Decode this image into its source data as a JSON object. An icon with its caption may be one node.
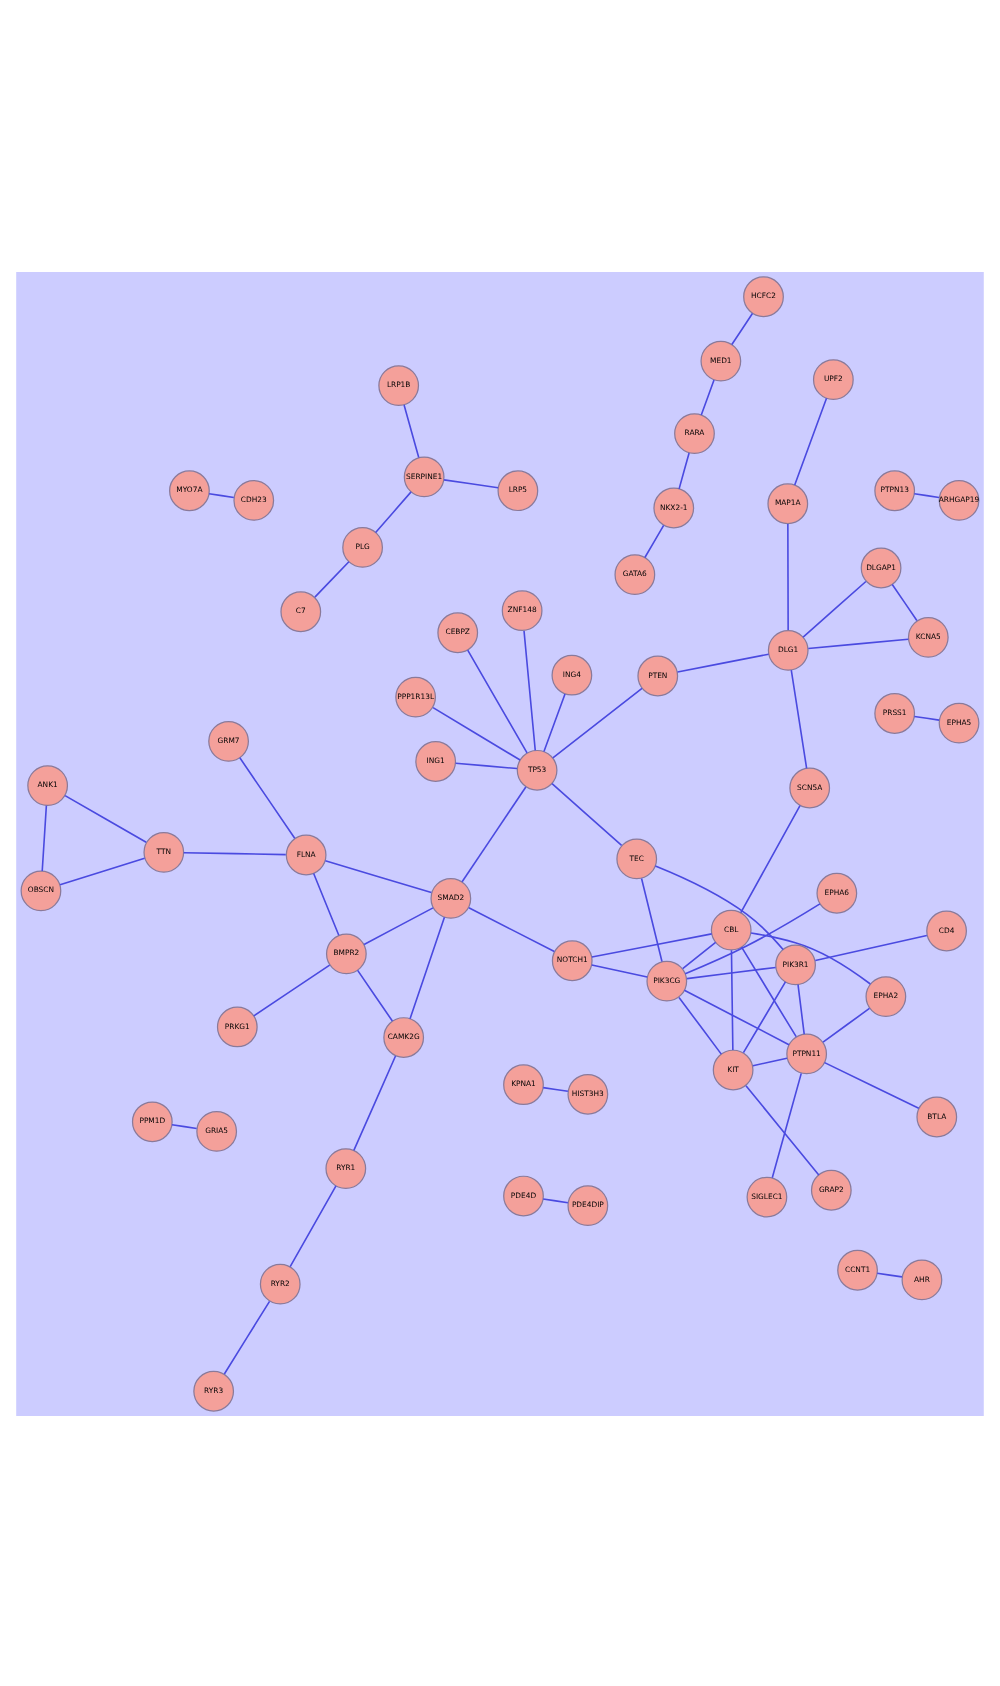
{
  "diagram": {
    "nodes": [
      {
        "text": [
          "RYR3"
        ]
      },
      {
        "text": [
          "RYR2"
        ]
      },
      {
        "text": [
          "RYR1"
        ]
      },
      {
        "text": [
          "PRKG1"
        ]
      },
      {
        "text": [
          "CAMK2G"
        ]
      },
      {
        "text": [
          "BMPR2"
        ]
      },
      {
        "text": [
          "SIGLEC1"
        ]
      },
      {
        "text": [
          "EPHA2"
        ]
      },
      {
        "text": [
          "OBSCN"
        ]
      },
      {
        "text": [
          "BTLA"
        ]
      },
      {
        "text": [
          "PTPN11"
        ]
      },
      {
        "text": [
          "PPP1R13L"
        ]
      },
      {
        "text": [
          "ING4"
        ]
      },
      {
        "text": [
          "SMAD2"
        ]
      },
      {
        "text": [
          "FLNA"
        ]
      },
      {
        "text": [
          "TTN"
        ]
      },
      {
        "text": [
          "NOTCH1"
        ]
      },
      {
        "text": [
          "CBL"
        ]
      },
      {
        "text": [
          "ANK1"
        ]
      },
      {
        "text": [
          "GRM7"
        ]
      },
      {
        "text": [
          "KIT"
        ]
      },
      {
        "text": [
          "PIK3CG"
        ]
      },
      {
        "text": [
          "TEC"
        ]
      },
      {
        "text": [
          "TP53"
        ]
      },
      {
        "text": [
          "ZNF148"
        ]
      },
      {
        "text": [
          "GRAP2"
        ]
      },
      {
        "text": [
          "PIK3R1"
        ]
      },
      {
        "text": [
          "CEBPZ"
        ]
      },
      {
        "text": [
          "ING1"
        ]
      },
      {
        "text": [
          "CD4"
        ]
      },
      {
        "text": [
          "EPHA6"
        ]
      },
      {
        "text": [
          "SCN5A"
        ]
      },
      {
        "text": [
          "PTEN"
        ]
      },
      {
        "text": [
          "DLG1"
        ]
      },
      {
        "text": [
          "DLGAP1"
        ]
      },
      {
        "text": [
          "KCNA5"
        ]
      },
      {
        "text": [
          "MAP1A"
        ]
      },
      {
        "text": [
          "UPF2"
        ]
      },
      {
        "text": [
          "LRP1B"
        ]
      },
      {
        "text": [
          "GATA6"
        ]
      },
      {
        "text": [
          "KPNA1"
        ]
      },
      {
        "text": [
          "SERPINE1"
        ]
      },
      {
        "text": [
          "PLG"
        ]
      },
      {
        "text": [
          "NKX2-1"
        ]
      },
      {
        "text": [
          "HIST3H3"
        ]
      },
      {
        "text": [
          "C7"
        ]
      },
      {
        "text": [
          "LRP5"
        ]
      },
      {
        "text": [
          "RARA"
        ]
      },
      {
        "text": [
          "MED1"
        ]
      },
      {
        "text": [
          "HCFC2"
        ]
      },
      {
        "text": [
          "PDE4D"
        ]
      },
      {
        "text": [
          "PRSS1"
        ]
      },
      {
        "text": [
          "PTPN13"
        ]
      },
      {
        "text": [
          "MYO7A"
        ]
      },
      {
        "text": [
          "PPM1D"
        ]
      },
      {
        "text": [
          "CCNT1"
        ]
      },
      {
        "text": [
          "GRIA5"
        ]
      },
      {
        "text": [
          "PDE4DIP"
        ]
      },
      {
        "text": [
          "EPHA5"
        ]
      },
      {
        "text": [
          "ARHGAP19"
        ]
      },
      {
        "text": [
          "CDH23"
        ]
      },
      {
        "text": [
          "AHR"
        ]
      }
    ],
    "edges": [
      {
        "from": 0,
        "to": 1,
        "arrow": "none"
      },
      {
        "from": 1,
        "to": 2,
        "arrow": "none"
      },
      {
        "from": 2,
        "to": 4,
        "arrow": "none"
      },
      {
        "from": 4,
        "to": 5,
        "arrow": "none"
      },
      {
        "from": 4,
        "to": 13,
        "arrow": "none"
      },
      {
        "from": 3,
        "to": 5,
        "arrow": "none"
      },
      {
        "from": 5,
        "to": 13,
        "arrow": "none"
      },
      {
        "from": 5,
        "to": 14,
        "arrow": "none"
      },
      {
        "from": 13,
        "to": 14,
        "arrow": "none"
      },
      {
        "from": 14,
        "to": 15,
        "arrow": "none"
      },
      {
        "from": 14,
        "to": 19,
        "arrow": "none"
      },
      {
        "from": 15,
        "to": 8,
        "arrow": "none"
      },
      {
        "from": 15,
        "to": 18,
        "arrow": "none"
      },
      {
        "from": 8,
        "to": 18,
        "arrow": "none"
      },
      {
        "from": 13,
        "to": 23,
        "arrow": "none"
      },
      {
        "from": 16,
        "to": 13,
        "arrow": "none"
      },
      {
        "from": 12,
        "to": 23,
        "arrow": "none"
      },
      {
        "from": 11,
        "to": 23,
        "arrow": "none"
      },
      {
        "from": 23,
        "to": 24,
        "arrow": "none"
      },
      {
        "from": 23,
        "to": 28,
        "arrow": "none"
      },
      {
        "from": 23,
        "to": 27,
        "arrow": "none"
      },
      {
        "from": 23,
        "to": 32,
        "arrow": "none"
      },
      {
        "from": 22,
        "to": 23,
        "arrow": "none"
      },
      {
        "from": 6,
        "to": 10,
        "arrow": "none"
      },
      {
        "from": 9,
        "to": 10,
        "arrow": "none"
      },
      {
        "from": 7,
        "to": 10,
        "arrow": "none"
      },
      {
        "from": 7,
        "to": 17,
        "arrow": "none"
      },
      {
        "from": 10,
        "to": 17,
        "arrow": "none"
      },
      {
        "from": 10,
        "to": 20,
        "arrow": "none"
      },
      {
        "from": 10,
        "to": 26,
        "arrow": "none"
      },
      {
        "from": 10,
        "to": 21,
        "arrow": "none"
      },
      {
        "from": 17,
        "to": 20,
        "arrow": "none"
      },
      {
        "from": 17,
        "to": 16,
        "arrow": "none"
      },
      {
        "from": 17,
        "to": 21,
        "arrow": "none"
      },
      {
        "from": 17,
        "to": 31,
        "arrow": "none"
      },
      {
        "from": 20,
        "to": 25,
        "arrow": "none"
      },
      {
        "from": 20,
        "to": 21,
        "arrow": "none"
      },
      {
        "from": 20,
        "to": 26,
        "arrow": "none"
      },
      {
        "from": 21,
        "to": 22,
        "arrow": "none"
      },
      {
        "from": 21,
        "to": 16,
        "arrow": "none"
      },
      {
        "from": 21,
        "to": 26,
        "arrow": "none"
      },
      {
        "from": 21,
        "to": 30,
        "arrow": "none"
      },
      {
        "from": 26,
        "to": 22,
        "arrow": "none"
      },
      {
        "from": 26,
        "to": 29,
        "arrow": "none"
      },
      {
        "from": 31,
        "to": 33,
        "arrow": "none"
      },
      {
        "from": 32,
        "to": 33,
        "arrow": "none"
      },
      {
        "from": 33,
        "to": 34,
        "arrow": "none"
      },
      {
        "from": 33,
        "to": 35,
        "arrow": "none"
      },
      {
        "from": 34,
        "to": 35,
        "arrow": "none"
      },
      {
        "from": 33,
        "to": 36,
        "arrow": "none"
      },
      {
        "from": 36,
        "to": 37,
        "arrow": "none"
      },
      {
        "from": 38,
        "to": 41,
        "arrow": "none"
      },
      {
        "from": 41,
        "to": 46,
        "arrow": "none"
      },
      {
        "from": 41,
        "to": 42,
        "arrow": "none"
      },
      {
        "from": 42,
        "to": 45,
        "arrow": "none"
      },
      {
        "from": 39,
        "to": 43,
        "arrow": "none"
      },
      {
        "from": 43,
        "to": 47,
        "arrow": "none"
      },
      {
        "from": 47,
        "to": 48,
        "arrow": "none"
      },
      {
        "from": 48,
        "to": 49,
        "arrow": "none"
      },
      {
        "from": 40,
        "to": 44,
        "arrow": "none"
      },
      {
        "from": 50,
        "to": 57,
        "arrow": "none"
      },
      {
        "from": 51,
        "to": 58,
        "arrow": "none"
      },
      {
        "from": 52,
        "to": 59,
        "arrow": "none"
      },
      {
        "from": 53,
        "to": 60,
        "arrow": "none"
      },
      {
        "from": 54,
        "to": 56,
        "arrow": "none"
      },
      {
        "from": 55,
        "to": 61,
        "arrow": "none"
      }
    ]
  }
}
